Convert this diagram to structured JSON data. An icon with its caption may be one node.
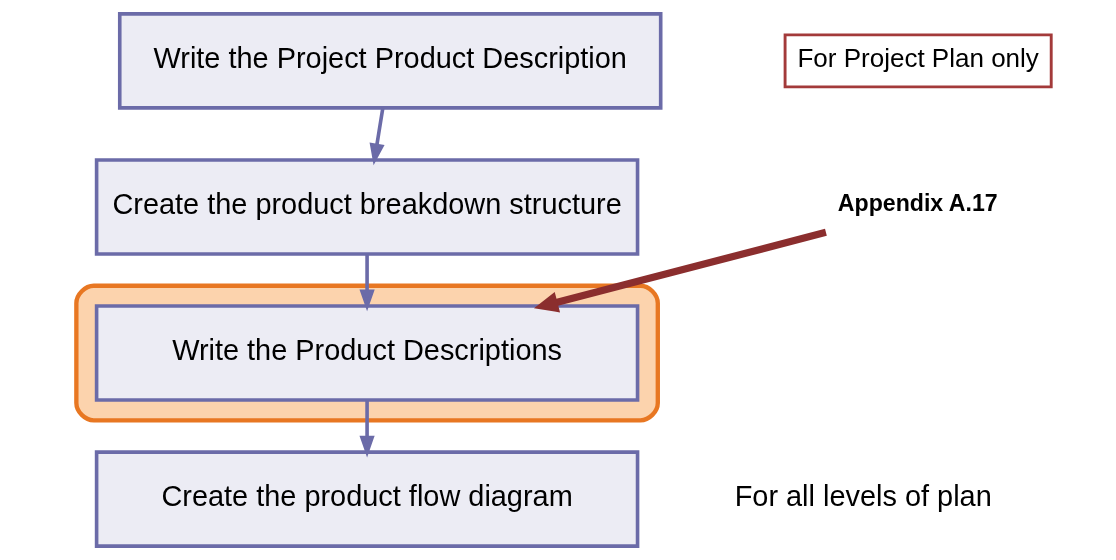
{
  "diagram": {
    "nodes": [
      {
        "text": [
          "Write the Project Product Description"
        ]
      },
      {
        "text": [
          "For Project Plan only"
        ]
      },
      {
        "text": [
          "Create the product breakdown structure"
        ]
      },
      {
        "text": [],
        "shape": "box"
      },
      {
        "text": [
          "Write the Product Descriptions"
        ],
        "in": 3
      },
      {
        "text": [
          "Create the product flow diagram"
        ]
      },
      {
        "text": [
          "Appendix A.17"
        ]
      }
    ],
    "edges": [
      {
        "from": 0,
        "to": 2,
        "arrow": "to"
      },
      {
        "from": 2,
        "to": 4,
        "arrow": "to"
      },
      {
        "from": 4,
        "to": 5,
        "arrow": "to"
      },
      {
        "from": 6,
        "to": 4,
        "arrow": "to",
        "style": "thick",
        "color": "#8b2e2e"
      }
    ],
    "labels": [
      "For all levels of plan"
    ]
  }
}
